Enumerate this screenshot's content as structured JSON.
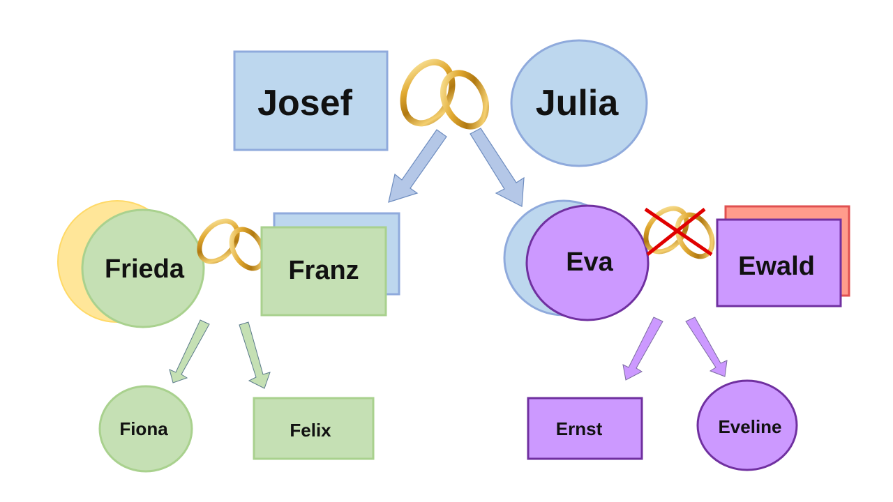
{
  "title": "Family tree with marriages",
  "colors": {
    "blue_fill": "#bdd7ee",
    "blue_stroke": "#8faadc",
    "green_fill": "#c5e0b4",
    "green_stroke": "#a9d18e",
    "yellow_fill": "#ffe699",
    "purple_fill": "#cc99ff",
    "purple_stroke": "#7030a0",
    "red_fill": "#ff9c8c",
    "red_stroke": "#e05050",
    "cross": "#e00000",
    "ring_gold": "#d4a020"
  },
  "people": {
    "josef": {
      "name": "Josef",
      "gender": "male"
    },
    "julia": {
      "name": "Julia",
      "gender": "female"
    },
    "frieda": {
      "name": "Frieda",
      "gender": "female"
    },
    "franz": {
      "name": "Franz",
      "gender": "male"
    },
    "eva": {
      "name": "Eva",
      "gender": "female"
    },
    "ewald": {
      "name": "Ewald",
      "gender": "male"
    },
    "fiona": {
      "name": "Fiona",
      "gender": "female"
    },
    "felix": {
      "name": "Felix",
      "gender": "male"
    },
    "ernst": {
      "name": "Ernst",
      "gender": "male"
    },
    "eveline": {
      "name": "Eveline",
      "gender": "female"
    }
  },
  "marriages": [
    {
      "partners": [
        "Josef",
        "Julia"
      ],
      "status": "married"
    },
    {
      "partners": [
        "Frieda",
        "Franz"
      ],
      "status": "married"
    },
    {
      "partners": [
        "Eva",
        "Ewald"
      ],
      "status": "divorced"
    }
  ],
  "children": [
    {
      "parents": [
        "Josef",
        "Julia"
      ],
      "children": [
        "Franz",
        "Eva"
      ]
    },
    {
      "parents": [
        "Frieda",
        "Franz"
      ],
      "children": [
        "Fiona",
        "Felix"
      ]
    },
    {
      "parents": [
        "Eva",
        "Ewald"
      ],
      "children": [
        "Ernst",
        "Eveline"
      ]
    }
  ]
}
